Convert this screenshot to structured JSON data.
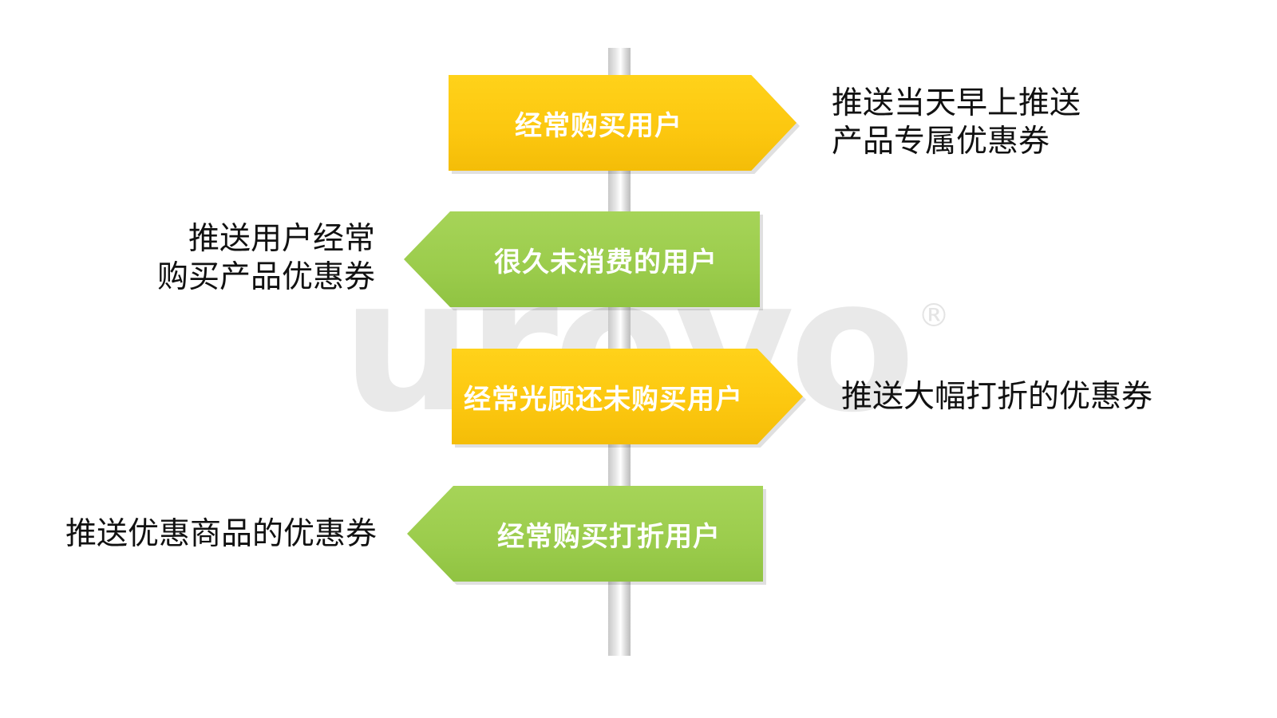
{
  "watermark": {
    "text": "urovo",
    "mark": "®"
  },
  "signs": [
    {
      "label": "经常购买用户",
      "direction": "right",
      "color": "#fcc70f",
      "note_lines": [
        "推送当天早上推送",
        "产品专属优惠券"
      ]
    },
    {
      "label": "很久未消费的用户",
      "direction": "left",
      "color": "#9bcc4c",
      "note_lines": [
        "推送用户经常",
        "购买产品优惠券"
      ]
    },
    {
      "label": "经常光顾还未购买用户",
      "direction": "right",
      "color": "#fcc70f",
      "note_lines": [
        "推送大幅打折的优惠券"
      ]
    },
    {
      "label": "经常购买打折用户",
      "direction": "left",
      "color": "#9bcc4c",
      "note_lines": [
        "推送优惠商品的优惠券"
      ]
    }
  ]
}
